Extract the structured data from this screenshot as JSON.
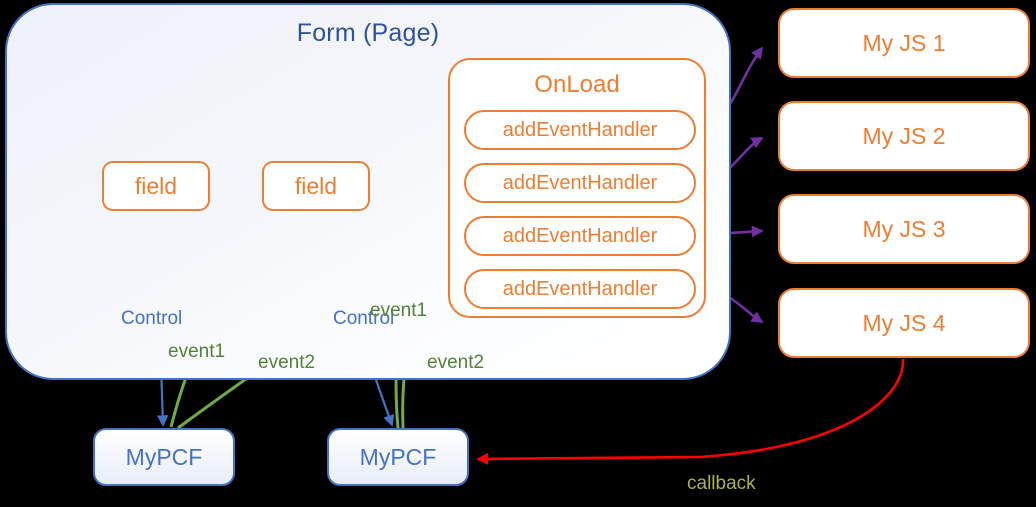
{
  "colors": {
    "orange": "#ED7D31",
    "blue": "#4472C4",
    "blue_text": "#2E5496",
    "green": "#70AD47",
    "green_text": "#548235",
    "purple": "#7030A0",
    "red": "#FF0000",
    "callback_label": "#A8B44A",
    "background": "#000000"
  },
  "form": {
    "title": "Form (Page)",
    "fields": [
      {
        "label": "field"
      },
      {
        "label": "field"
      }
    ],
    "onload": {
      "title": "OnLoad",
      "handlers": [
        {
          "label": "addEventHandler"
        },
        {
          "label": "addEventHandler"
        },
        {
          "label": "addEventHandler"
        },
        {
          "label": "addEventHandler"
        }
      ]
    }
  },
  "js_boxes": [
    {
      "label": "My JS 1"
    },
    {
      "label": "My JS 2"
    },
    {
      "label": "My JS 3"
    },
    {
      "label": "My JS 4"
    }
  ],
  "pcf_boxes": [
    {
      "label": "MyPCF"
    },
    {
      "label": "MyPCF"
    }
  ],
  "edge_labels": {
    "control_1": "Control",
    "control_2": "Control",
    "event1_a": "event1",
    "event2_a": "event2",
    "event1_b": "event1",
    "event2_b": "event2",
    "callback": "callback"
  }
}
